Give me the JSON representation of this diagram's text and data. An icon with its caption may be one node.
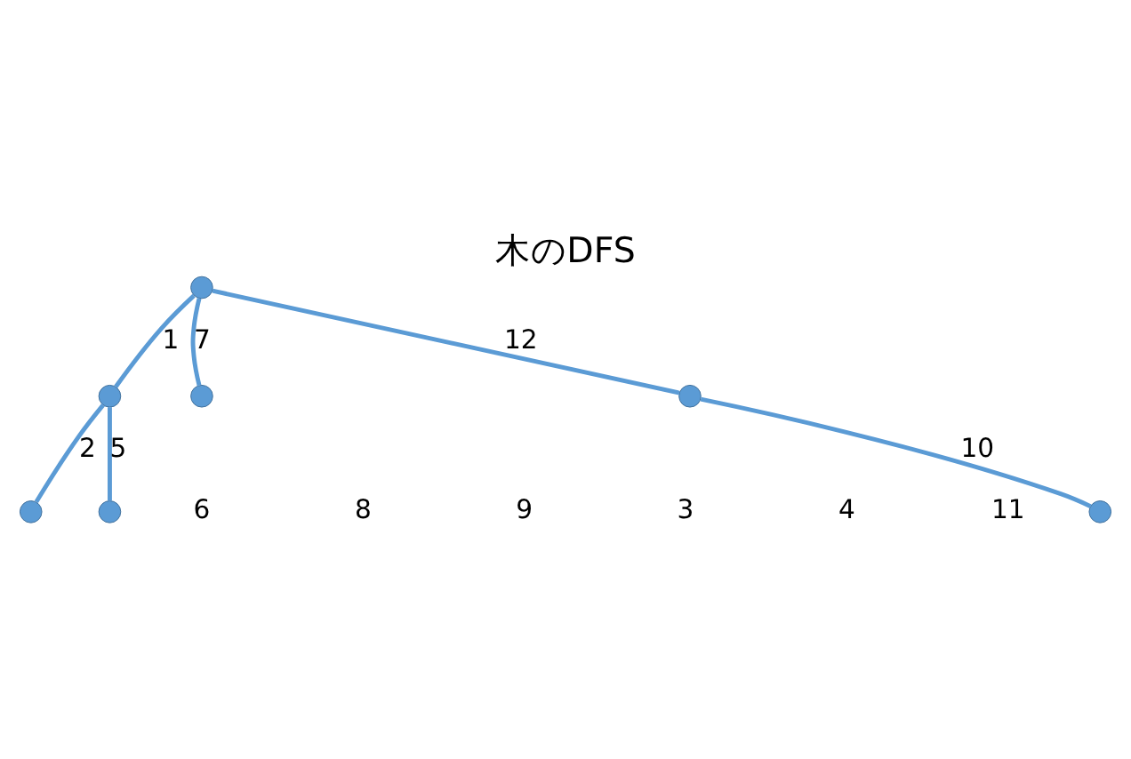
{
  "diagram": {
    "title": "木のDFS",
    "nodes": [
      {
        "text": [],
        "shape": "circle"
      },
      {
        "text": [],
        "shape": "circle"
      },
      {
        "text": [],
        "shape": "circle"
      },
      {
        "text": [],
        "shape": "circle"
      },
      {
        "text": [],
        "shape": "circle"
      },
      {
        "text": [],
        "shape": "circle"
      },
      {
        "text": [],
        "shape": "circle"
      }
    ],
    "edges": [
      {
        "from": 0,
        "to": 1,
        "arrow": "none",
        "label": "1"
      },
      {
        "from": 0,
        "to": 2,
        "arrow": "none",
        "label": "7"
      },
      {
        "from": 0,
        "to": 3,
        "arrow": "none",
        "label": "12"
      },
      {
        "from": 1,
        "to": 4,
        "arrow": "none",
        "label": "2"
      },
      {
        "from": 1,
        "to": 5,
        "arrow": "none",
        "label": "5"
      },
      {
        "from": 3,
        "to": 6,
        "arrow": "none",
        "label": "10"
      }
    ],
    "labels": [
      "6",
      "8",
      "9",
      "3",
      "4",
      "11"
    ]
  }
}
